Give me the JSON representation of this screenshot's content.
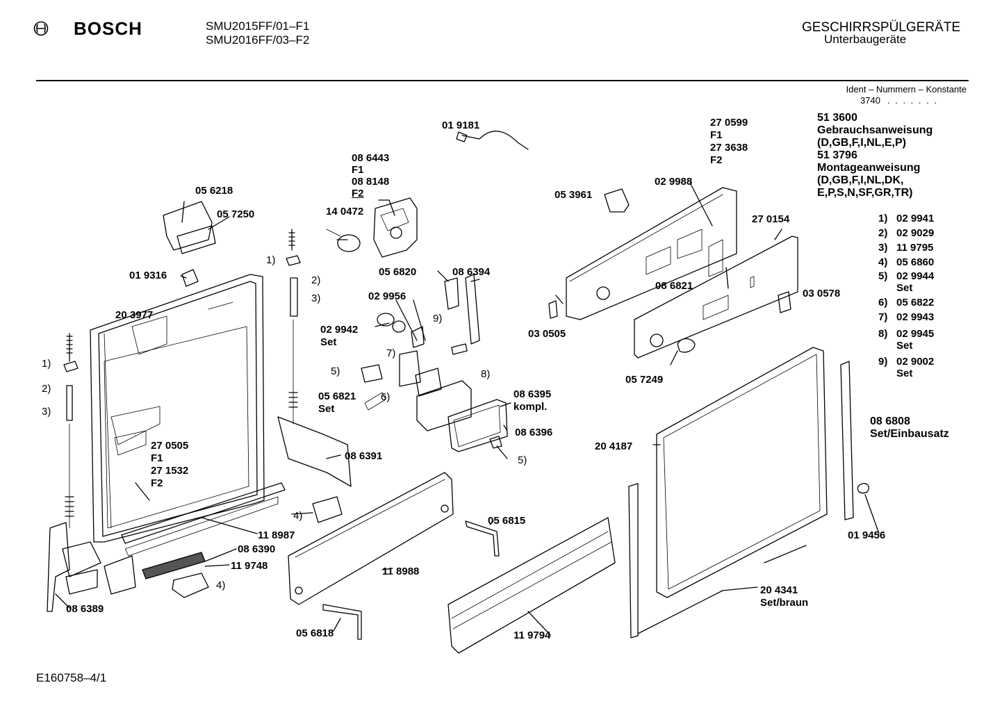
{
  "header": {
    "brand": "BOSCH",
    "logo_icon": "bosch-armature-logo-icon",
    "models": [
      "SMU2015FF/01–F1",
      "SMU2016FF/03–F2"
    ],
    "category": "GESCHIRRSPÜLGERÄTE",
    "subcategory": "Unterbaugeräte"
  },
  "ident": {
    "label": "Ident – Nummern – Konstante",
    "number": "3740",
    "dots": ". . . . . . ."
  },
  "docs": {
    "manual_no": "51 3600",
    "manual_label": "Gebrauchsanweisung",
    "manual_langs": "(D,GB,F,I,NL,E,P)",
    "install_no": "51 3796",
    "install_label": "Montageanweisung",
    "install_langs_1": "(D,GB,F,I,NL,DK,",
    "install_langs_2": "E,P,S,N,SF,GR,TR)"
  },
  "legend": [
    {
      "key": "1)",
      "part": "02 9941",
      "note": ""
    },
    {
      "key": "2)",
      "part": "02 9029",
      "note": ""
    },
    {
      "key": "3)",
      "part": "11 9795",
      "note": ""
    },
    {
      "key": "4)",
      "part": "05 6860",
      "note": ""
    },
    {
      "key": "5)",
      "part": "02 9944",
      "note": "Set"
    },
    {
      "key": "6)",
      "part": "05 6822",
      "note": ""
    },
    {
      "key": "7)",
      "part": "02 9943",
      "note": ""
    },
    {
      "key": "8)",
      "part": "02 9945",
      "note": "Set"
    },
    {
      "key": "9)",
      "part": "02 9002",
      "note": "Set"
    }
  ],
  "install_set": {
    "part": "08 6808",
    "label": "Set/Einbausatz"
  },
  "callouts": {
    "p019181": "01 9181",
    "p086443": "08 6443",
    "f1a": "F1",
    "p088148": "08 8148",
    "f2a": "F2",
    "p140472": "14 0472",
    "p056218": "05 6218",
    "p057250": "05 7250",
    "p019316": "01 9316",
    "p203977": "20 3977",
    "p270599": "27 0599",
    "f1b": "F1",
    "p273638": "27 3638",
    "f2b": "F2",
    "p053961": "05 3961",
    "p029988": "02 9988",
    "p270154": "27 0154",
    "p056820": "05 6820",
    "p086394": "08 6394",
    "p029956": "02 9956",
    "p029942": "02 9942",
    "set1": "Set",
    "p086821": "08 6821",
    "p030578": "03 0578",
    "p030505": "03 0505",
    "p057249": "05 7249",
    "p086395": "08 6395",
    "kompl": "kompl.",
    "p056821": "05 6821",
    "set2": "Set",
    "p086396": "08 6396",
    "p270505": "27 0505",
    "f1c": "F1",
    "p271532": "27 1532",
    "f2c": "F2",
    "p086391": "08 6391",
    "p204187": "20 4187",
    "p118987": "11 8987",
    "p086390": "08 6390",
    "p119748": "11 9748",
    "p056815": "05 6815",
    "p118988": "11 8988",
    "p086389": "08 6389",
    "p056818": "05 6818",
    "p119794": "11 9794",
    "p019456": "01 9456",
    "p204341": "20 4341",
    "setbraun": "Set/braun",
    "k1a": "1)",
    "k2a": "2)",
    "k3a": "3)",
    "k1b": "1)",
    "k2b": "2)",
    "k3b": "3)",
    "k4a": "4)",
    "k4b": "4)",
    "k5a": "5)",
    "k5b": "5)",
    "k6": "6)",
    "k7": "7)",
    "k8": "8)",
    "k9": "9)"
  },
  "footer": {
    "code": "E160758–4/1"
  }
}
